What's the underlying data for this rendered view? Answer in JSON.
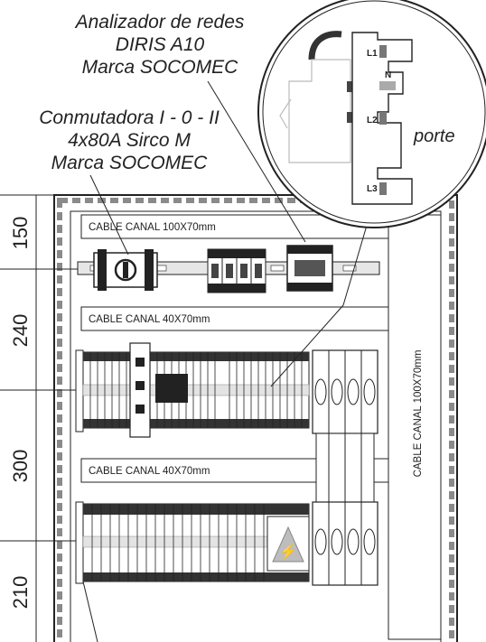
{
  "annotations": {
    "analyzer": [
      "Analizador de redes",
      "DIRIS A10",
      "Marca SOCOMEC"
    ],
    "switch": [
      "Conmutadora I - 0 - II",
      "4x80A Sirco M",
      "Marca SOCOMEC"
    ]
  },
  "cable_canals": {
    "top": "CABLE CANAL 100X70mm",
    "middle": "CABLE CANAL 40X70mm",
    "lower": "CABLE CANAL 40X70mm",
    "vertical": "CABLE CANAL 100X70mm"
  },
  "dimensions": [
    "150",
    "240",
    "300",
    "210"
  ],
  "detail": {
    "labels": [
      "L1",
      "N",
      "L2",
      "L3"
    ],
    "caption": "porte"
  },
  "colors": {
    "line": "#222222",
    "grey": "#8a8a8a",
    "light": "#dcdcdc"
  }
}
